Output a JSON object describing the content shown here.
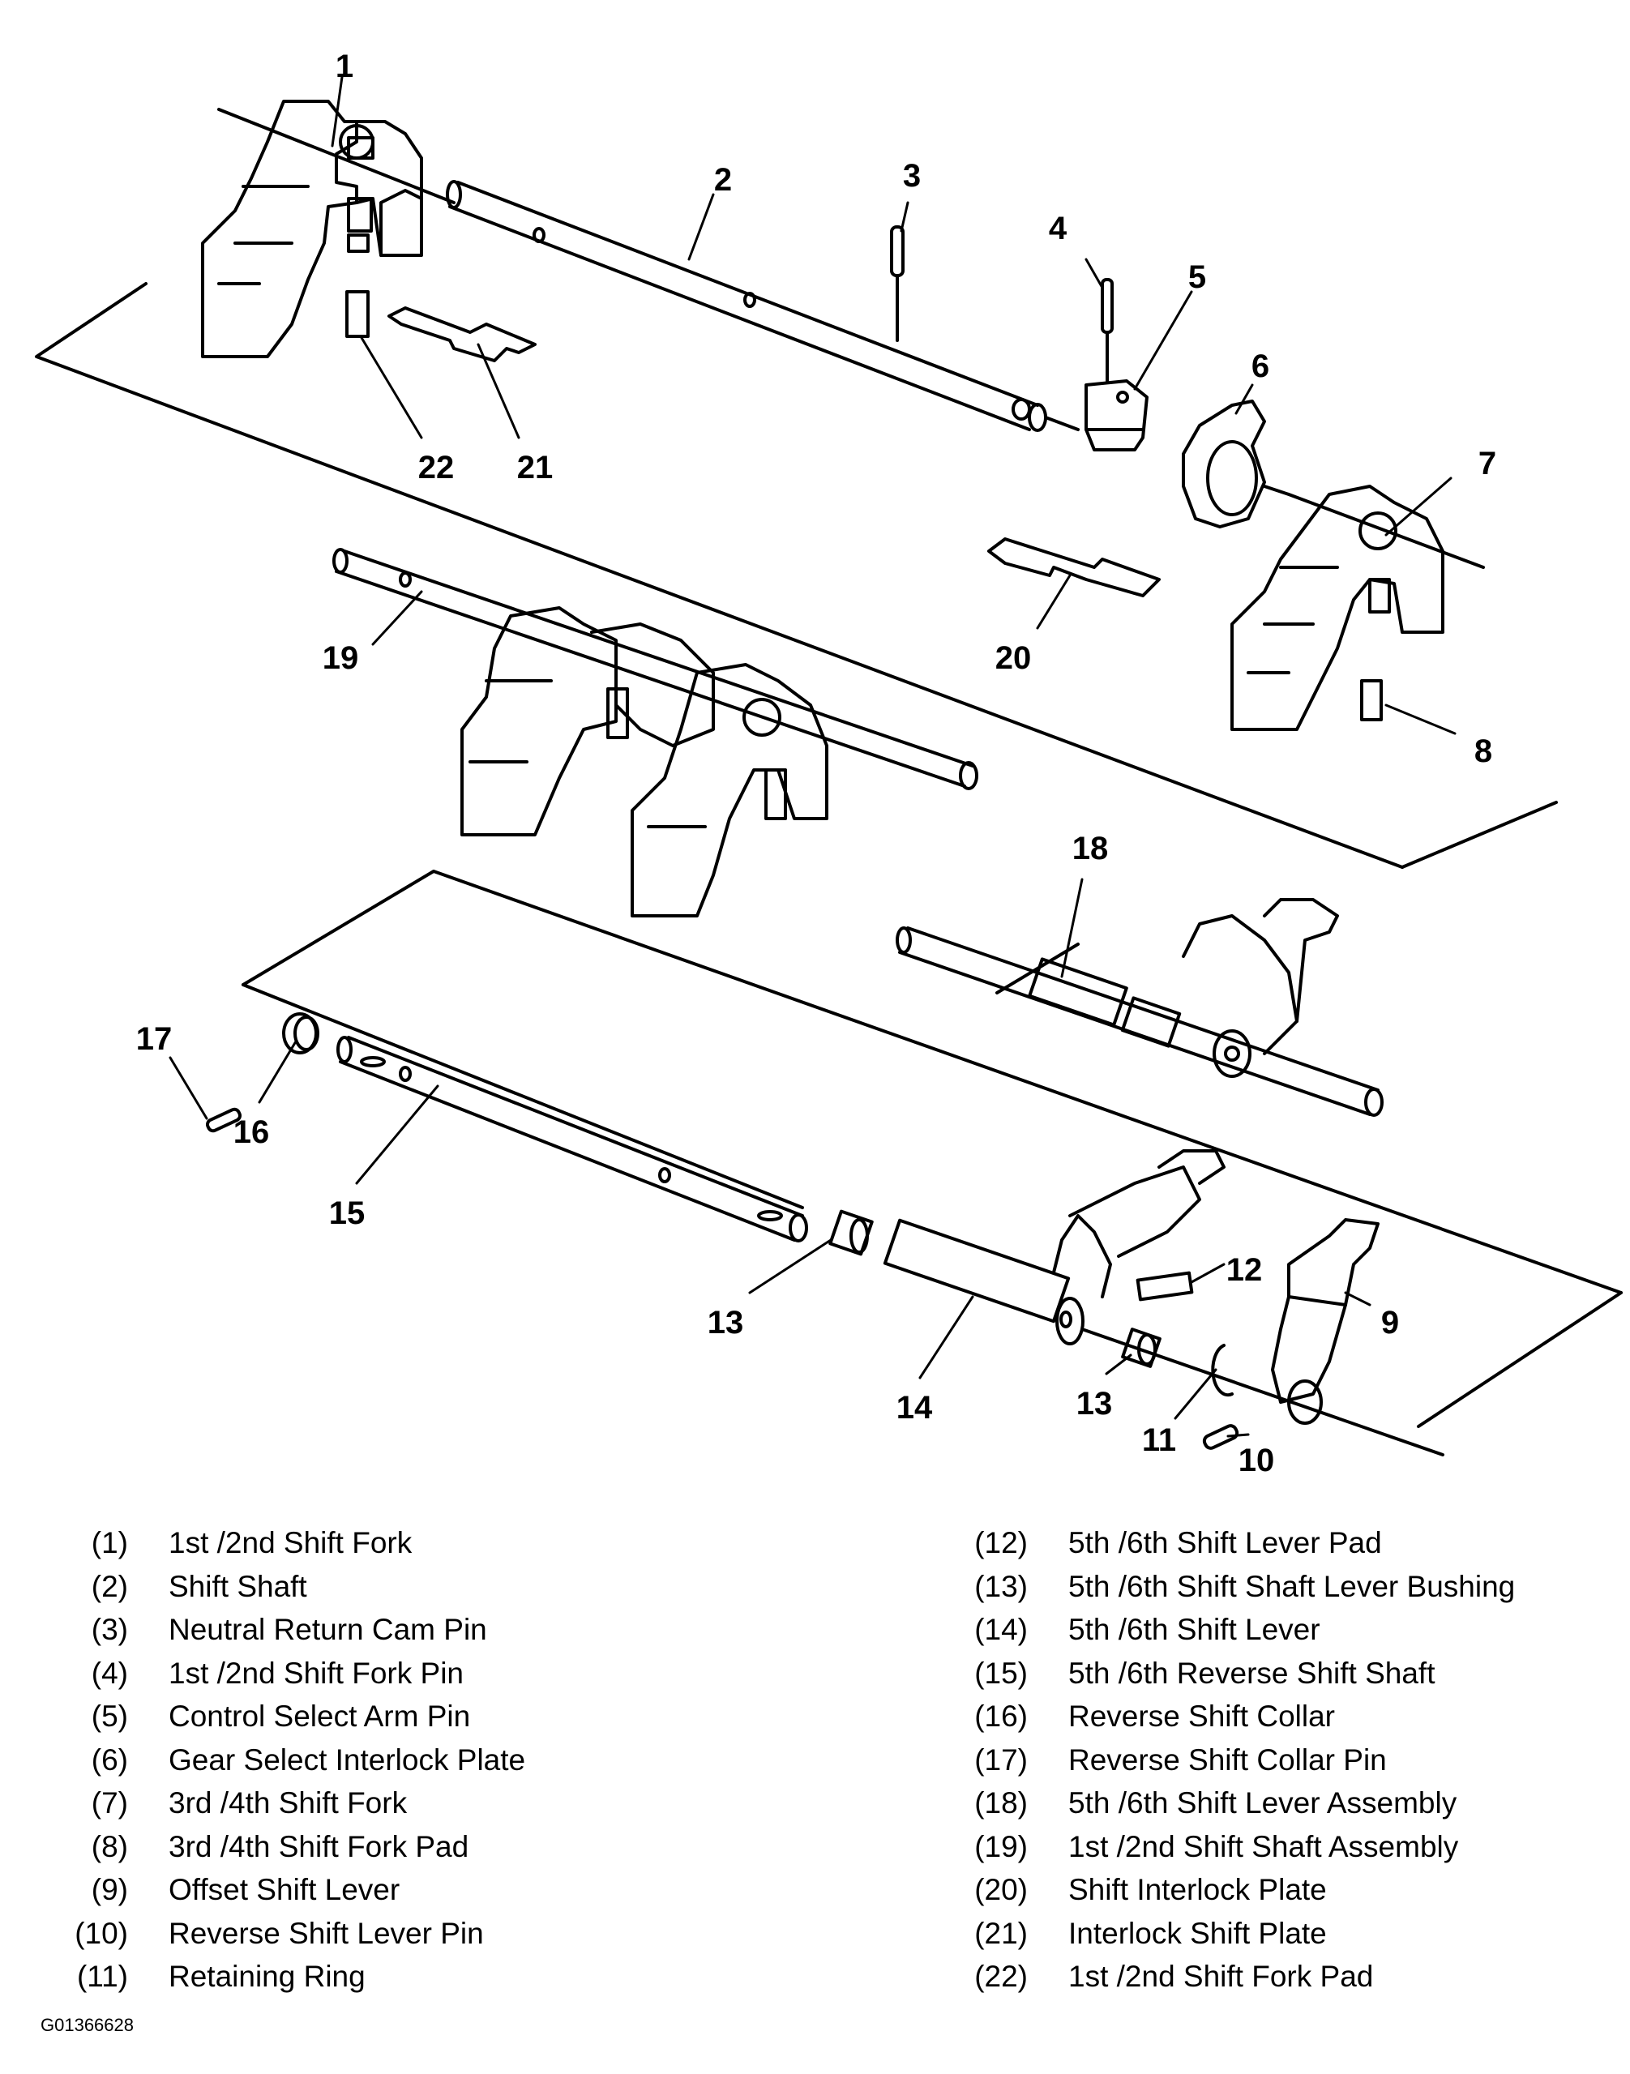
{
  "figure_code": "G01366628",
  "callouts": [
    "1",
    "2",
    "3",
    "4",
    "5",
    "6",
    "7",
    "8",
    "9",
    "10",
    "11",
    "12",
    "13",
    "13",
    "14",
    "15",
    "16",
    "17",
    "18",
    "19",
    "20",
    "21",
    "22"
  ],
  "legend_left": [
    {
      "num": "(1)",
      "label": "1st /2nd Shift Fork"
    },
    {
      "num": "(2)",
      "label": "Shift Shaft"
    },
    {
      "num": "(3)",
      "label": "Neutral Return Cam Pin"
    },
    {
      "num": "(4)",
      "label": "1st /2nd Shift Fork Pin"
    },
    {
      "num": "(5)",
      "label": "Control Select Arm Pin"
    },
    {
      "num": "(6)",
      "label": "Gear Select Interlock Plate"
    },
    {
      "num": "(7)",
      "label": "3rd /4th Shift Fork"
    },
    {
      "num": "(8)",
      "label": "3rd /4th Shift Fork Pad"
    },
    {
      "num": "(9)",
      "label": "Offset Shift Lever"
    },
    {
      "num": "(10)",
      "label": "Reverse Shift Lever Pin"
    },
    {
      "num": "(11)",
      "label": "Retaining Ring"
    }
  ],
  "legend_right": [
    {
      "num": "(12)",
      "label": "5th /6th Shift Lever Pad"
    },
    {
      "num": "(13)",
      "label": "5th /6th Shift Shaft Lever Bushing"
    },
    {
      "num": "(14)",
      "label": "5th /6th Shift Lever"
    },
    {
      "num": "(15)",
      "label": "5th /6th Reverse Shift Shaft"
    },
    {
      "num": "(16)",
      "label": "Reverse Shift Collar"
    },
    {
      "num": "(17)",
      "label": "Reverse Shift Collar Pin"
    },
    {
      "num": "(18)",
      "label": "5th /6th Shift Lever Assembly"
    },
    {
      "num": "(19)",
      "label": "1st /2nd Shift Shaft Assembly"
    },
    {
      "num": "(20)",
      "label": "Shift Interlock Plate"
    },
    {
      "num": "(21)",
      "label": "Interlock Shift Plate"
    },
    {
      "num": "(22)",
      "label": "1st /2nd Shift Fork Pad"
    }
  ]
}
